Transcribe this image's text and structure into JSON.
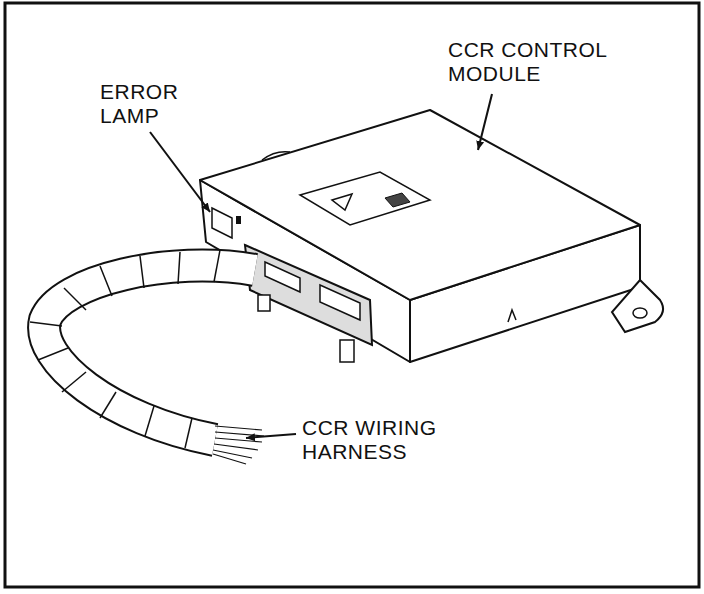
{
  "diagram": {
    "labels": [
      "ERROR LAMP",
      "CCR CONTROL MODULE",
      "CCR WIRING HARNESS"
    ]
  }
}
